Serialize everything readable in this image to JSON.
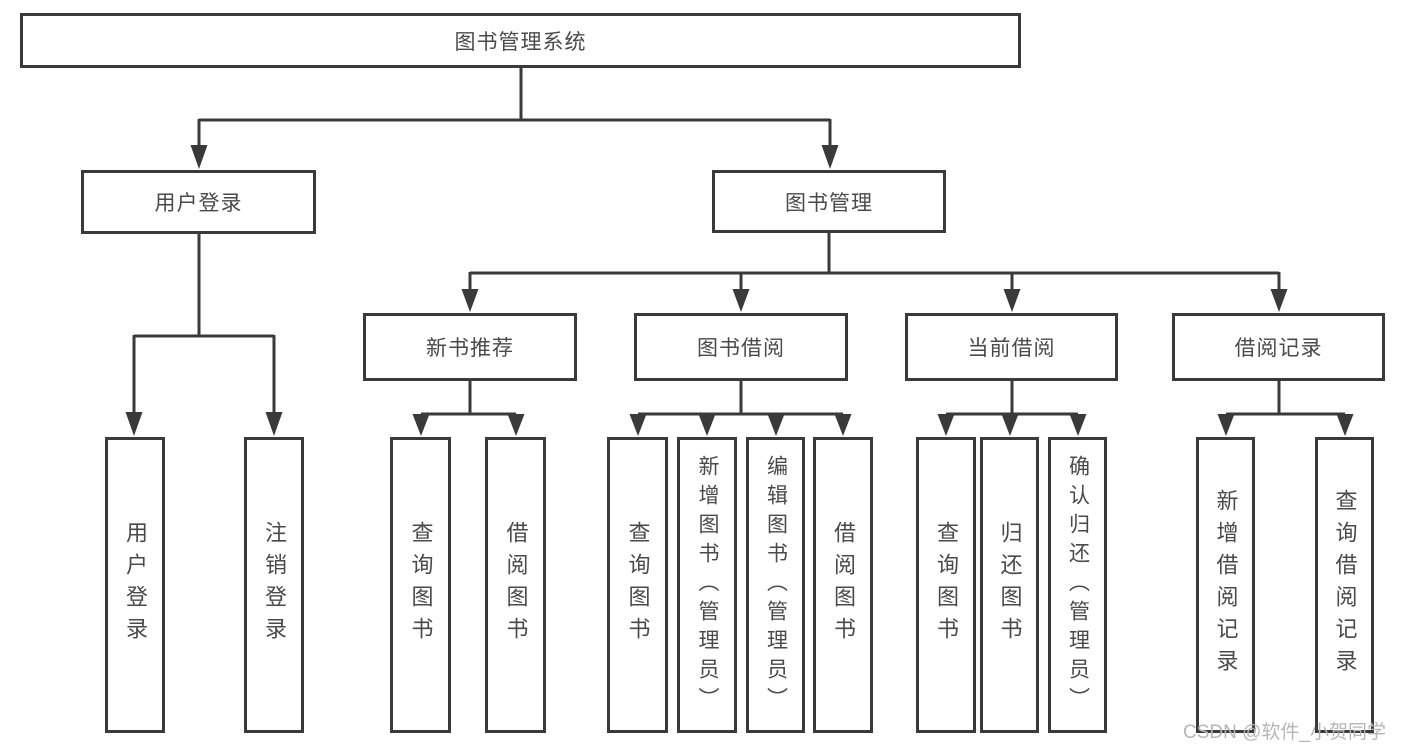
{
  "colors": {
    "line": "#3a3a3a",
    "box_border": "#3a3a3a",
    "text": "#4a4a4a",
    "watermark": "#b6b6b6",
    "background": "#ffffff"
  },
  "watermark": {
    "text": "CSDN @软件_小贺同学"
  },
  "diagram": {
    "root": {
      "label": "图书管理系统",
      "children": [
        {
          "label": "用户登录",
          "children": [
            {
              "label": "用户登录"
            },
            {
              "label": "注销登录"
            }
          ]
        },
        {
          "label": "图书管理",
          "children": [
            {
              "label": "新书推荐",
              "children": [
                {
                  "label": "查询图书"
                },
                {
                  "label": "借阅图书"
                }
              ]
            },
            {
              "label": "图书借阅",
              "children": [
                {
                  "label": "查询图书"
                },
                {
                  "label": "新增图书（管理员）"
                },
                {
                  "label": "编辑图书（管理员）"
                },
                {
                  "label": "借阅图书"
                }
              ]
            },
            {
              "label": "当前借阅",
              "children": [
                {
                  "label": "查询图书"
                },
                {
                  "label": "归还图书"
                },
                {
                  "label": "确认归还（管理员）"
                }
              ]
            },
            {
              "label": "借阅记录",
              "children": [
                {
                  "label": "新增借阅记录"
                },
                {
                  "label": "查询借阅记录"
                }
              ]
            }
          ]
        }
      ]
    }
  }
}
